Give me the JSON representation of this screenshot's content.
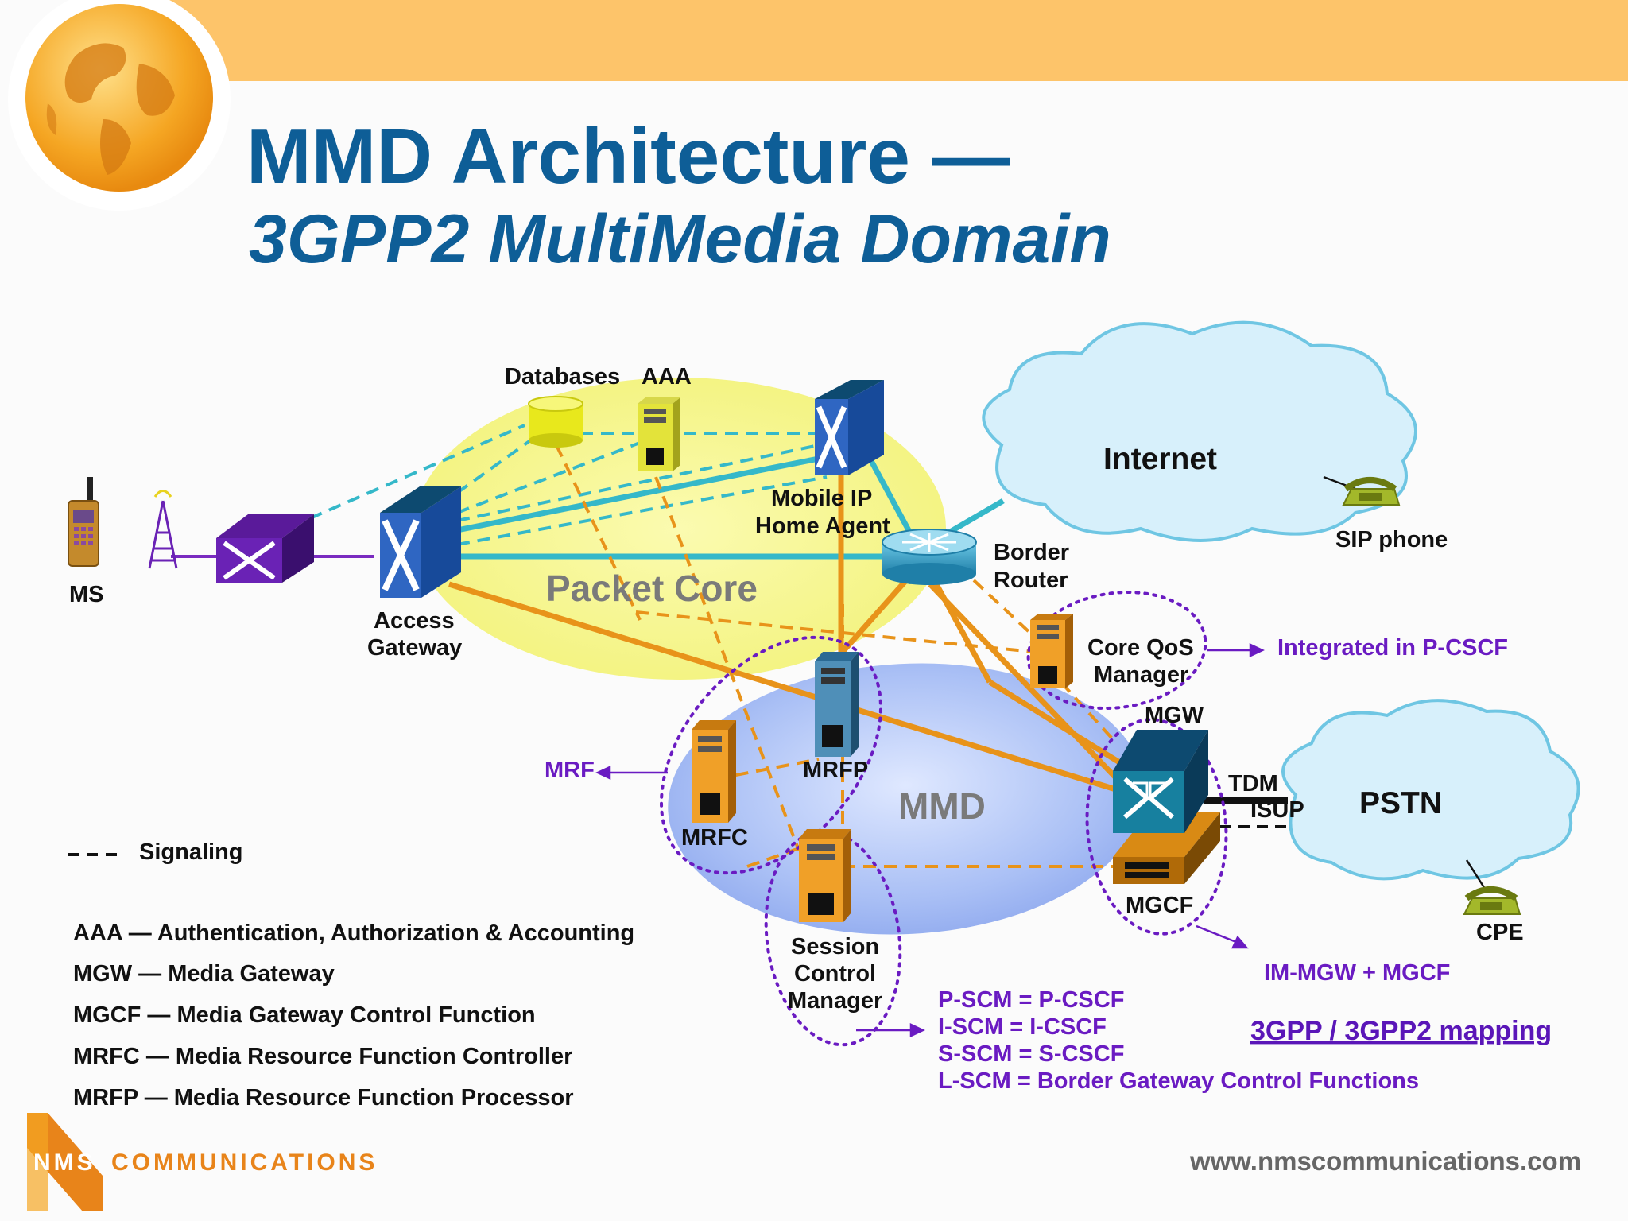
{
  "title": "MMD Architecture —",
  "subtitle": "3GPP2 MultiMedia Domain",
  "nodes": {
    "databases": "Databases",
    "aaa": "AAA",
    "mobile_ip_1": "Mobile IP",
    "mobile_ip_2": "Home Agent",
    "internet": "Internet",
    "sip_phone": "SIP phone",
    "ms": "MS",
    "access_gw_1": "Access",
    "access_gw_2": "Gateway",
    "packet_core": "Packet Core",
    "border_router_1": "Border",
    "border_router_2": "Router",
    "core_qos_1": "Core QoS",
    "core_qos_2": "Manager",
    "mgw": "MGW",
    "mrf": "MRF",
    "mrfp": "MRFP",
    "mrfc": "MRFC",
    "mmd": "MMD",
    "tdm": "TDM",
    "isup": "ISUP",
    "pstn": "PSTN",
    "mgcf": "MGCF",
    "cpe": "CPE",
    "scm_1": "Session",
    "scm_2": "Control",
    "scm_3": "Manager"
  },
  "annotations": {
    "integrated": "Integrated in P-CSCF",
    "im_mgw": "IM-MGW + MGCF",
    "mapping_link": "3GPP / 3GPP2 mapping",
    "mapping": [
      "P-SCM = P-CSCF",
      "I-SCM = I-CSCF",
      "S-SCM = S-CSCF",
      "L-SCM = Border Gateway Control Functions"
    ]
  },
  "legend": {
    "signaling": "Signaling",
    "definitions": [
      "AAA — Authentication, Authorization & Accounting",
      "MGW — Media Gateway",
      "MGCF — Media Gateway Control Function",
      "MRFC — Media Resource Function Controller",
      "MRFP — Media Resource Function Processor"
    ]
  },
  "footer": {
    "logo_nms": "NMS",
    "logo_comm": "COMMUNICATIONS",
    "url": "www.nmscommunications.com"
  },
  "colors": {
    "title": "#0e5e97",
    "annotation": "#6a1bc2",
    "header_band": "#fdc46a",
    "orange_link": "#e8931a",
    "teal_link": "#35b8c9",
    "purple_link": "#7a2bc0"
  }
}
